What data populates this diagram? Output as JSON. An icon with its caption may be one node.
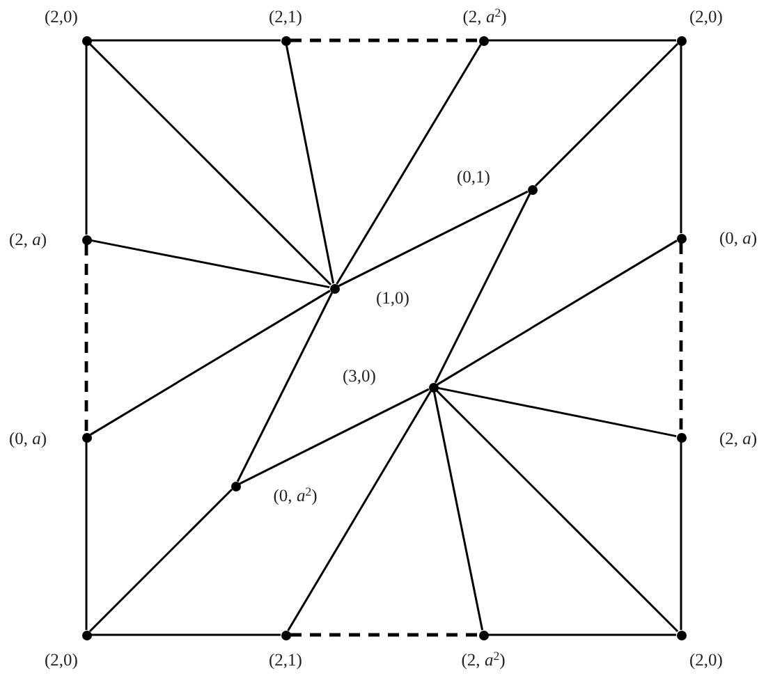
{
  "diagram": {
    "nodes": [
      {
        "text": [],
        "shape": "circle",
        "beside": [
          "(2,0)"
        ]
      },
      {
        "text": [],
        "shape": "circle",
        "beside": [
          "(2,1)"
        ]
      },
      {
        "text": [],
        "shape": "circle",
        "beside": [
          "(2, *a*$^{2}$)"
        ]
      },
      {
        "text": [],
        "shape": "circle",
        "beside": [
          "(2,0)"
        ]
      },
      {
        "text": [],
        "shape": "circle",
        "beside": [
          "(0,1)"
        ]
      },
      {
        "text": [],
        "shape": "circle",
        "beside": [
          "(2, *a*)"
        ]
      },
      {
        "text": [],
        "shape": "circle",
        "beside": [
          "(0, *a*)"
        ]
      },
      {
        "text": [],
        "shape": "circle",
        "beside": [
          "(1,0)"
        ]
      },
      {
        "text": [],
        "shape": "circle",
        "beside": [
          "(3,0)"
        ]
      },
      {
        "text": [],
        "shape": "circle",
        "beside": [
          "(0, *a*)"
        ]
      },
      {
        "text": [],
        "shape": "circle",
        "beside": [
          "(2, *a*)"
        ]
      },
      {
        "text": [],
        "shape": "circle",
        "beside": [
          "(0, *a*$^{2}$)"
        ]
      },
      {
        "text": [],
        "shape": "circle",
        "beside": [
          "(2,0)"
        ]
      },
      {
        "text": [],
        "shape": "circle",
        "beside": [
          "(2,1)"
        ]
      },
      {
        "text": [],
        "shape": "circle",
        "beside": [
          "(2, *a*$^{2}$)"
        ]
      },
      {
        "text": [],
        "shape": "circle",
        "beside": [
          "(2,0)"
        ]
      }
    ],
    "edges": [
      {
        "from": 0,
        "to": 1,
        "arrow": "none"
      },
      {
        "from": 1,
        "to": 2,
        "arrow": "none",
        "style": "dashed"
      },
      {
        "from": 2,
        "to": 3,
        "arrow": "none"
      },
      {
        "from": 0,
        "to": 5,
        "arrow": "none"
      },
      {
        "from": 0,
        "to": 7,
        "arrow": "none"
      },
      {
        "from": 1,
        "to": 7,
        "arrow": "none"
      },
      {
        "from": 2,
        "to": 7,
        "arrow": "none"
      },
      {
        "from": 3,
        "to": 4,
        "arrow": "none"
      },
      {
        "from": 3,
        "to": 6,
        "arrow": "none"
      },
      {
        "from": 4,
        "to": 7,
        "arrow": "none"
      },
      {
        "from": 4,
        "to": 8,
        "arrow": "none"
      },
      {
        "from": 5,
        "to": 7,
        "arrow": "none"
      },
      {
        "from": 5,
        "to": 9,
        "arrow": "none",
        "style": "dashed"
      },
      {
        "from": 6,
        "to": 8,
        "arrow": "none"
      },
      {
        "from": 6,
        "to": 10,
        "arrow": "none",
        "style": "dashed"
      },
      {
        "from": 7,
        "to": 9,
        "arrow": "none"
      },
      {
        "from": 7,
        "to": 11,
        "arrow": "none"
      },
      {
        "from": 8,
        "to": 10,
        "arrow": "none"
      },
      {
        "from": 8,
        "to": 11,
        "arrow": "none"
      },
      {
        "from": 8,
        "to": 13,
        "arrow": "none"
      },
      {
        "from": 8,
        "to": 14,
        "arrow": "none"
      },
      {
        "from": 8,
        "to": 15,
        "arrow": "none"
      },
      {
        "from": 9,
        "to": 12,
        "arrow": "none"
      },
      {
        "from": 10,
        "to": 15,
        "arrow": "none"
      },
      {
        "from": 11,
        "to": 12,
        "arrow": "none"
      },
      {
        "from": 12,
        "to": 13,
        "arrow": "none"
      },
      {
        "from": 13,
        "to": 14,
        "arrow": "none",
        "style": "dashed"
      },
      {
        "from": 14,
        "to": 15,
        "arrow": "none"
      }
    ]
  }
}
